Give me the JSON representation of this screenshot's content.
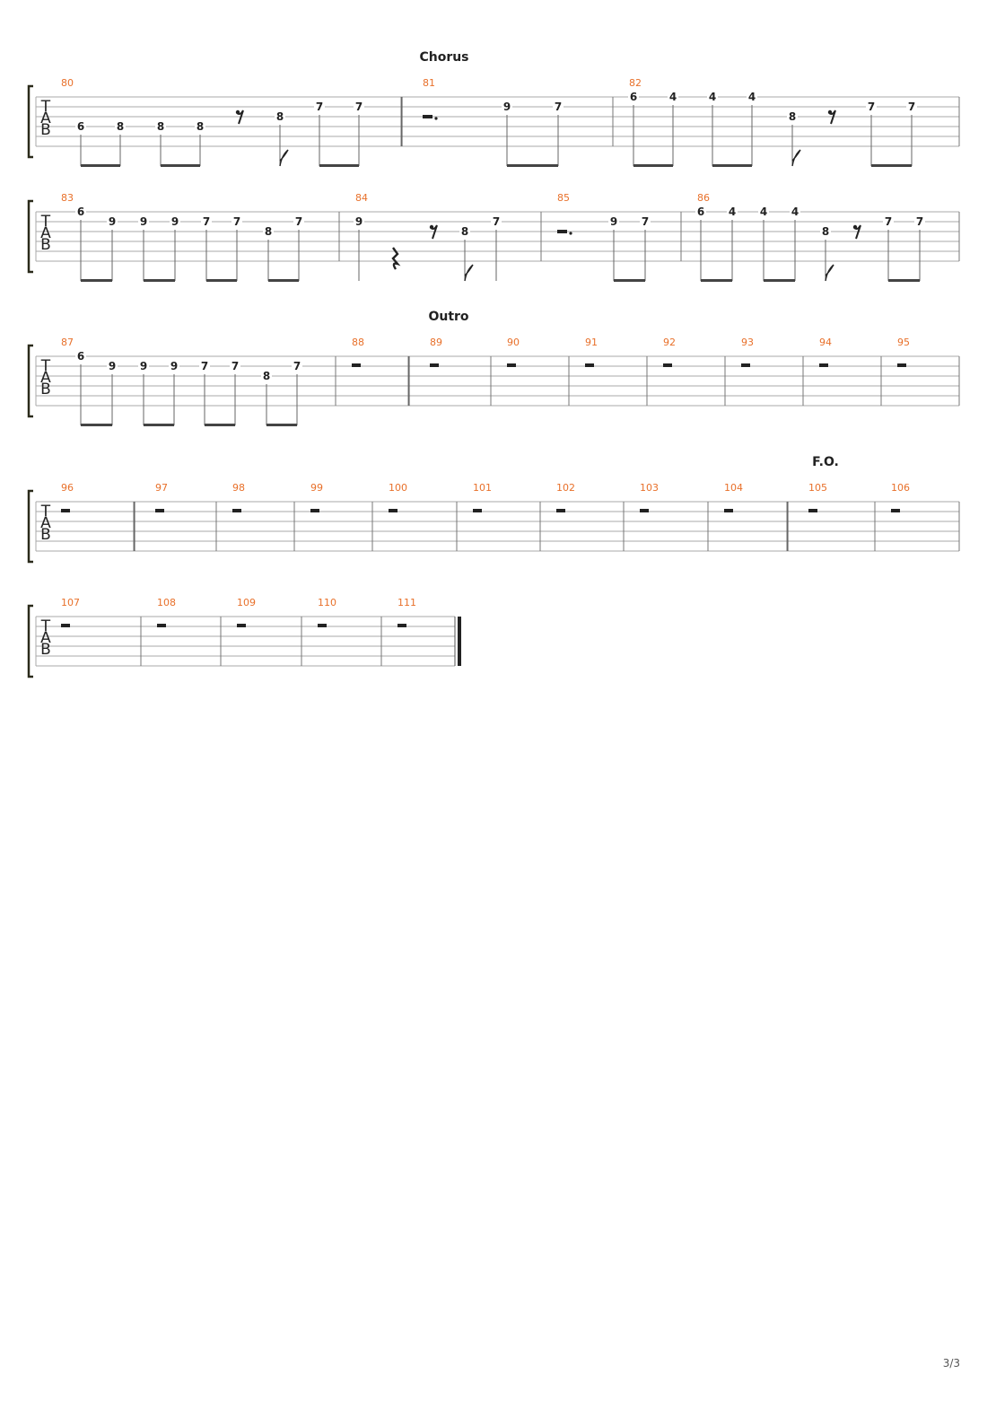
{
  "page_number": "3/3",
  "systems": [
    {
      "section": "Chorus",
      "measures": [
        {
          "number": "80",
          "notes": [
            {
              "fret": "6",
              "string": 3,
              "beam": 0
            },
            {
              "fret": "8",
              "string": 3,
              "beam": 0
            },
            {
              "fret": "8",
              "string": 3,
              "beam": 1
            },
            {
              "fret": "8",
              "string": 3,
              "beam": 1
            },
            {
              "rest": "eighth"
            },
            {
              "fret": "8",
              "string": 2,
              "flag": true
            },
            {
              "fret": "7",
              "string": 1,
              "beam": 2
            },
            {
              "fret": "7",
              "string": 1,
              "beam": 2
            }
          ]
        },
        {
          "number": "81",
          "repeat_start": true,
          "lead_rest": "dotted-half",
          "notes": [
            {
              "fret": "9",
              "string": 1,
              "beam": 0
            },
            {
              "fret": "7",
              "string": 1,
              "beam": 0
            }
          ]
        },
        {
          "number": "82",
          "notes": [
            {
              "fret": "6",
              "string": 0,
              "beam": 0
            },
            {
              "fret": "4",
              "string": 0,
              "beam": 0
            },
            {
              "fret": "4",
              "string": 0,
              "beam": 1
            },
            {
              "fret": "4",
              "string": 0,
              "beam": 1
            },
            {
              "fret": "8",
              "string": 2,
              "flag": true
            },
            {
              "rest": "eighth"
            },
            {
              "fret": "7",
              "string": 1,
              "beam": 2
            },
            {
              "fret": "7",
              "string": 1,
              "beam": 2
            }
          ]
        }
      ]
    },
    {
      "section": "",
      "measures": [
        {
          "number": "83",
          "notes": [
            {
              "fret": "6",
              "string": 0,
              "beam": 0
            },
            {
              "fret": "9",
              "string": 1,
              "beam": 0
            },
            {
              "fret": "9",
              "string": 1,
              "beam": 1
            },
            {
              "fret": "9",
              "string": 1,
              "beam": 1
            },
            {
              "fret": "7",
              "string": 1,
              "beam": 2
            },
            {
              "fret": "7",
              "string": 1,
              "beam": 2
            },
            {
              "fret": "8",
              "string": 2,
              "beam": 3
            },
            {
              "fret": "7",
              "string": 1,
              "beam": 3
            }
          ]
        },
        {
          "number": "84",
          "notes": [
            {
              "fret": "9",
              "string": 1,
              "stem": true
            },
            {
              "rest": "quarter"
            },
            {
              "rest": "eighth"
            },
            {
              "fret": "8",
              "string": 2,
              "flag": true
            },
            {
              "fret": "7",
              "string": 1,
              "stem": true
            }
          ]
        },
        {
          "number": "85",
          "lead_rest": "dotted-half",
          "notes": [
            {
              "fret": "9",
              "string": 1,
              "beam": 0
            },
            {
              "fret": "7",
              "string": 1,
              "beam": 0
            }
          ]
        },
        {
          "number": "86",
          "notes": [
            {
              "fret": "6",
              "string": 0,
              "beam": 0
            },
            {
              "fret": "4",
              "string": 0,
              "beam": 0
            },
            {
              "fret": "4",
              "string": 0,
              "beam": 1
            },
            {
              "fret": "4",
              "string": 0,
              "beam": 1
            },
            {
              "fret": "8",
              "string": 2,
              "flag": true
            },
            {
              "rest": "eighth"
            },
            {
              "fret": "7",
              "string": 1,
              "beam": 2
            },
            {
              "fret": "7",
              "string": 1,
              "beam": 2
            }
          ]
        }
      ]
    },
    {
      "section": "Outro",
      "measures": [
        {
          "number": "87",
          "notes": [
            {
              "fret": "6",
              "string": 0,
              "beam": 0
            },
            {
              "fret": "9",
              "string": 1,
              "beam": 0
            },
            {
              "fret": "9",
              "string": 1,
              "beam": 1
            },
            {
              "fret": "9",
              "string": 1,
              "beam": 1
            },
            {
              "fret": "7",
              "string": 1,
              "beam": 2
            },
            {
              "fret": "7",
              "string": 1,
              "beam": 2
            },
            {
              "fret": "8",
              "string": 2,
              "beam": 3
            },
            {
              "fret": "7",
              "string": 1,
              "beam": 3
            }
          ]
        },
        {
          "number": "88",
          "whole_rest": true
        },
        {
          "number": "89",
          "repeat_start": true,
          "whole_rest": true
        },
        {
          "number": "90",
          "whole_rest": true
        },
        {
          "number": "91",
          "whole_rest": true
        },
        {
          "number": "92",
          "whole_rest": true
        },
        {
          "number": "93",
          "whole_rest": true
        },
        {
          "number": "94",
          "whole_rest": true
        },
        {
          "number": "95",
          "whole_rest": true
        }
      ]
    },
    {
      "section": "F.O.",
      "measures": [
        {
          "number": "96",
          "whole_rest": true
        },
        {
          "number": "97",
          "repeat_start": true,
          "whole_rest": true
        },
        {
          "number": "98",
          "whole_rest": true
        },
        {
          "number": "99",
          "whole_rest": true
        },
        {
          "number": "100",
          "whole_rest": true
        },
        {
          "number": "101",
          "whole_rest": true
        },
        {
          "number": "102",
          "whole_rest": true
        },
        {
          "number": "103",
          "whole_rest": true
        },
        {
          "number": "104",
          "whole_rest": true
        },
        {
          "number": "105",
          "repeat_start": true,
          "whole_rest": true
        },
        {
          "number": "106",
          "whole_rest": true
        }
      ]
    },
    {
      "section": "",
      "measures": [
        {
          "number": "107",
          "whole_rest": true
        },
        {
          "number": "108",
          "whole_rest": true
        },
        {
          "number": "109",
          "whole_rest": true
        },
        {
          "number": "110",
          "whole_rest": true
        },
        {
          "number": "111",
          "whole_rest": true,
          "final": true
        }
      ]
    }
  ],
  "tab_clef_letters": [
    "T",
    "A",
    "B"
  ],
  "colors": {
    "measure_number": "#e8702a",
    "staff_line": "#a8a8a8",
    "ink": "#222222",
    "bracket": "#2a2a1a"
  }
}
